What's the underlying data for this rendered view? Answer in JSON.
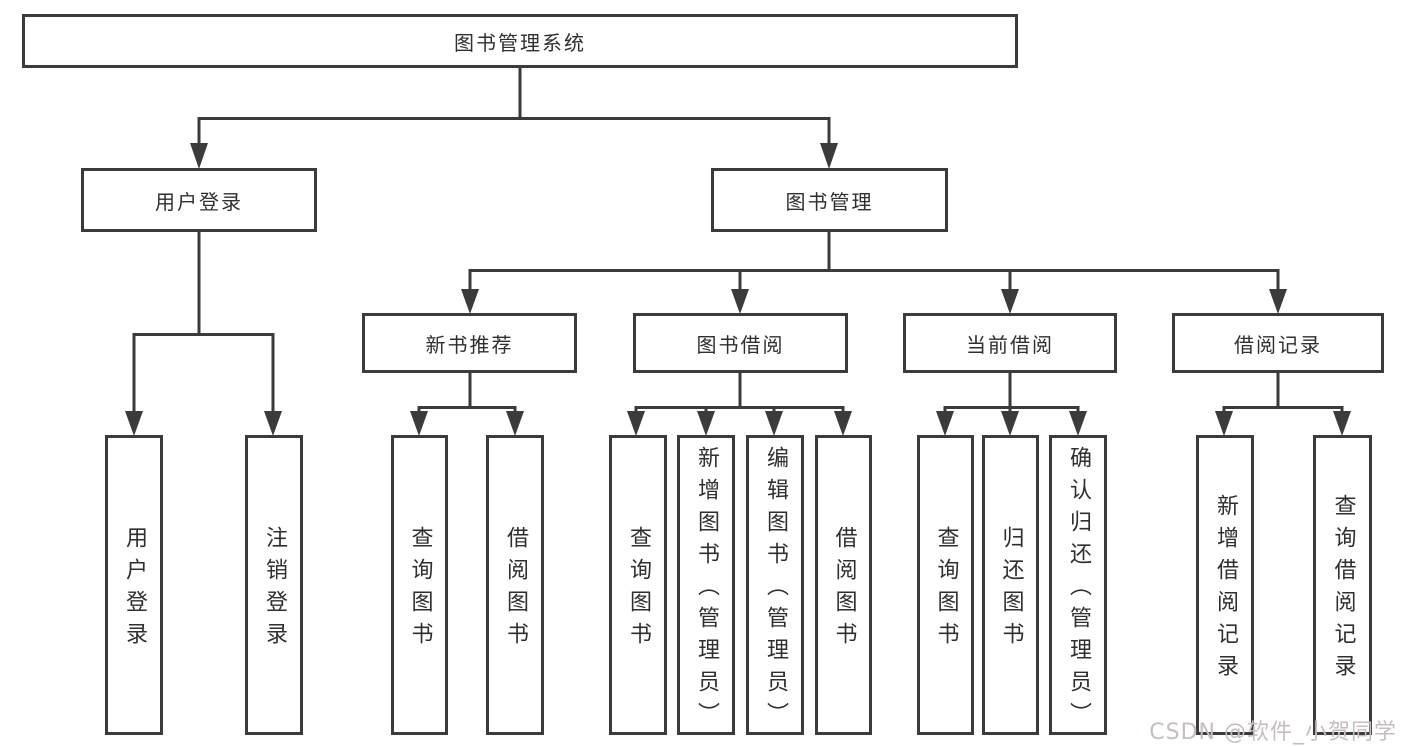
{
  "tree": {
    "root": {
      "label": "图书管理系统"
    },
    "branches": [
      {
        "id": "user-login",
        "label": "用户登录",
        "children": [
          {
            "label": "用户登录"
          },
          {
            "label": "注销登录"
          }
        ]
      },
      {
        "id": "book-management",
        "label": "图书管理",
        "children": [
          {
            "label": "新书推荐",
            "children": [
              {
                "label": "查询图书"
              },
              {
                "label": "借阅图书"
              }
            ]
          },
          {
            "label": "图书借阅",
            "children": [
              {
                "label": "查询图书"
              },
              {
                "label": "新增图书（管理员）"
              },
              {
                "label": "编辑图书（管理员）"
              },
              {
                "label": "借阅图书"
              }
            ]
          },
          {
            "label": "当前借阅",
            "children": [
              {
                "label": "查询图书"
              },
              {
                "label": "归还图书"
              },
              {
                "label": "确认归还（管理员）"
              }
            ]
          },
          {
            "label": "借阅记录",
            "children": [
              {
                "label": "新增借阅记录"
              },
              {
                "label": "查询借阅记录"
              }
            ]
          }
        ]
      }
    ]
  },
  "watermark": {
    "text": "CSDN @软件_小贺同学"
  },
  "colors": {
    "line": "#3b3b3b",
    "box_border": "#3b3b3b",
    "box_background": "#ffffff",
    "text": "#2f2f2f",
    "watermark": "#c6bdc0"
  }
}
